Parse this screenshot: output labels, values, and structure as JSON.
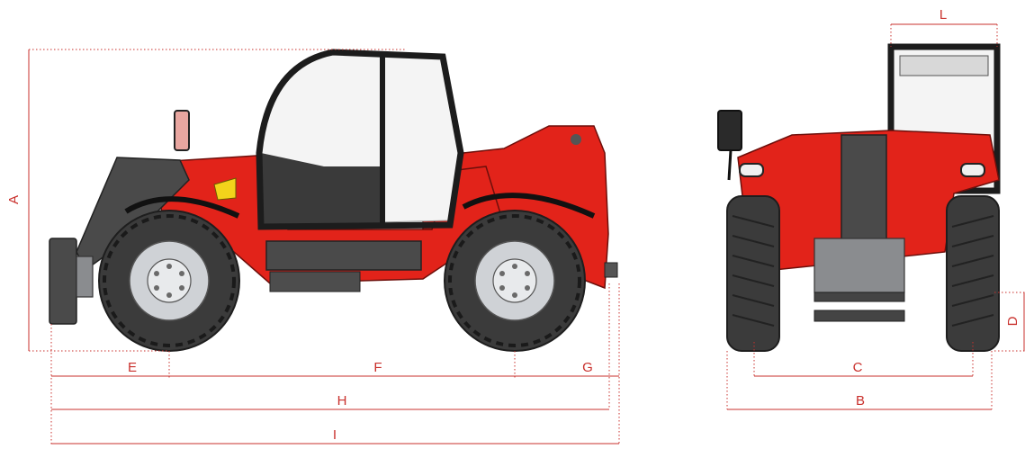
{
  "dimensions": {
    "A": "A",
    "B": "B",
    "C": "C",
    "D": "D",
    "E": "E",
    "F": "F",
    "G": "G",
    "H": "H",
    "I": "I",
    "L": "L"
  },
  "colors": {
    "dimension": "#c9302c",
    "body": "#e2231a",
    "tyre": "#3b3b3b",
    "cab_frame": "#1c1c1c"
  }
}
